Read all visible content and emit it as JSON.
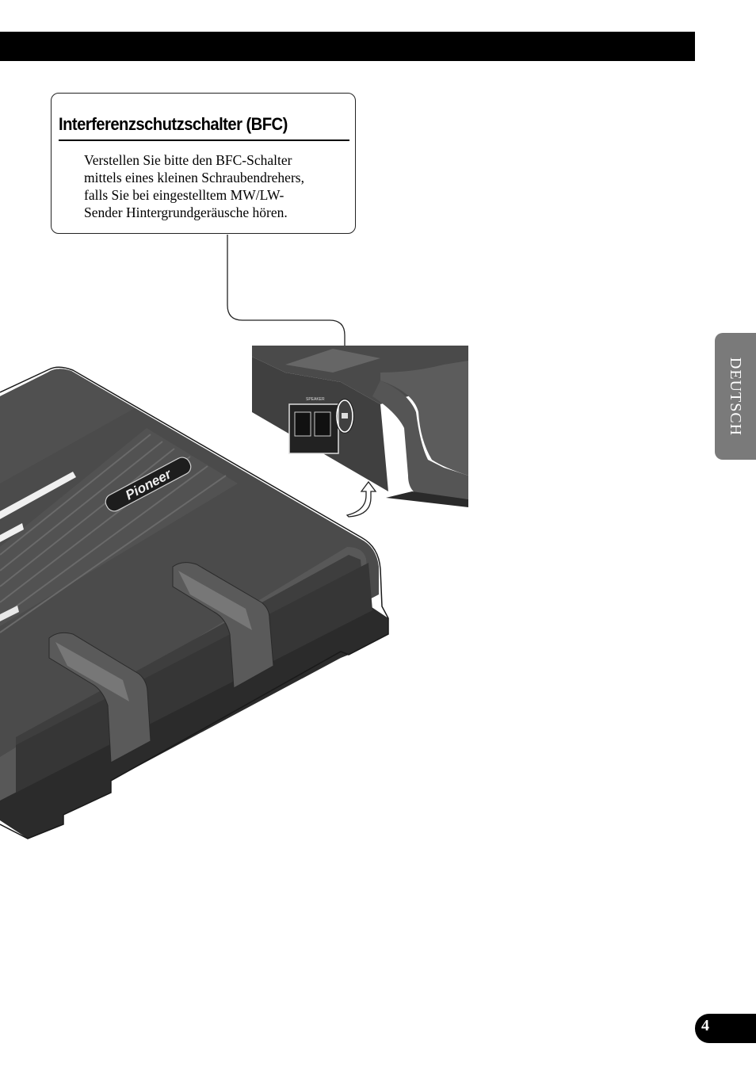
{
  "callout": {
    "title": "Interferenzschutzschalter (BFC)",
    "body_lines": [
      "Verstellen Sie bitte den BFC-Schalter",
      "mittels eines kleinen Schraubendrehers,",
      "falls Sie bei eingestelltem MW/LW-",
      "Sender Hintergrundgeräusche hören."
    ]
  },
  "illustration": {
    "brand": "Pioneer",
    "terminal_label": "SPEAKER",
    "icons": [
      "amplifier-illustration",
      "terminal-closeup-illustration",
      "curved-arrow-icon"
    ]
  },
  "side_tab": {
    "label": "DEUTSCH"
  },
  "page": {
    "number": "4"
  },
  "colors": {
    "bar": "#000000",
    "tab": "#7a7a7a",
    "amp_dark": "#3a3a3a",
    "amp_mid": "#5a5a5a"
  }
}
